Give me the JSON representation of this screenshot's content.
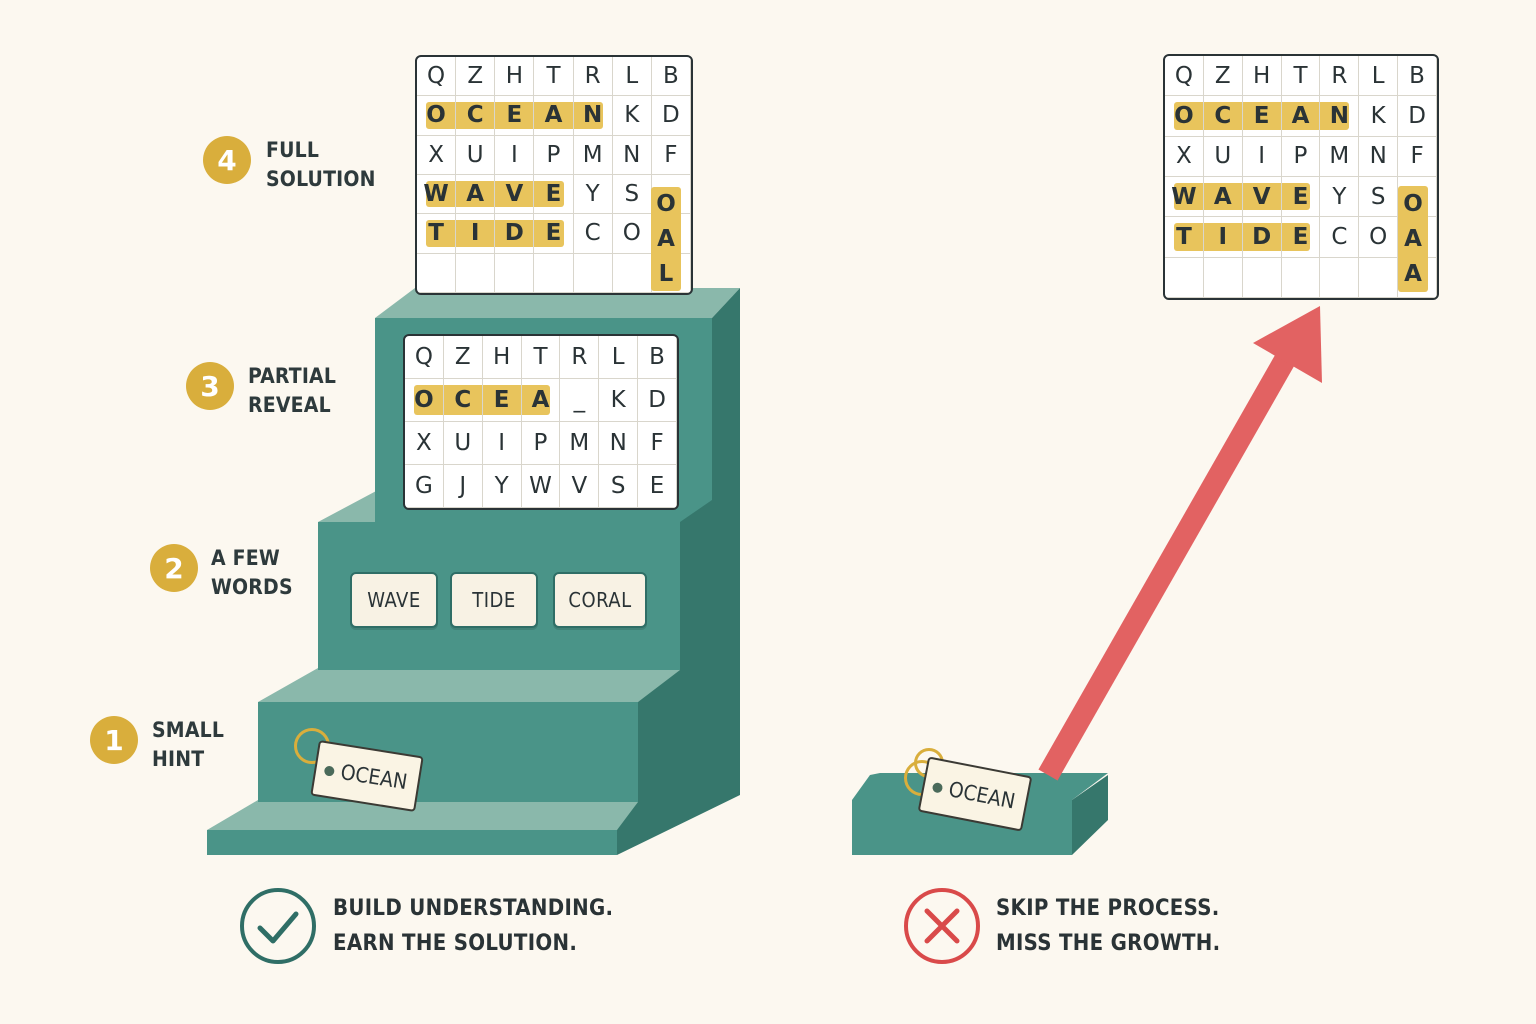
{
  "stages": [
    {
      "number": "1",
      "label": "SMALL\nHINT"
    },
    {
      "number": "2",
      "label": "A FEW\nWORDS"
    },
    {
      "number": "3",
      "label": "PARTIAL\nREVEAL"
    },
    {
      "number": "4",
      "label": "FULL\nSOLUTION"
    }
  ],
  "hint_tag": "OCEAN",
  "word_cards": [
    "WAVE",
    "TIDE",
    "CORAL"
  ],
  "partial_grid": {
    "rows": [
      [
        "Q",
        "Z",
        "H",
        "T",
        "R",
        "L",
        "B"
      ],
      [
        "O",
        "C",
        "E",
        "A",
        "_",
        "K",
        "D"
      ],
      [
        "X",
        "U",
        "I",
        "P",
        "M",
        "N",
        "F"
      ],
      [
        "G",
        "J",
        "Y",
        "W",
        "V",
        "S",
        "E"
      ]
    ]
  },
  "full_grid_left": {
    "rows": [
      [
        "Q",
        "Z",
        "H",
        "T",
        "R",
        "L",
        "B"
      ],
      [
        "O",
        "C",
        "E",
        "A",
        "N",
        "K",
        "D"
      ],
      [
        "X",
        "U",
        "I",
        "P",
        "M",
        "N",
        "F"
      ],
      [
        "W",
        "A",
        "V",
        "E",
        "Y",
        "S",
        ""
      ],
      [
        "T",
        "I",
        "D",
        "E",
        "C",
        "O",
        ""
      ],
      [
        "",
        "",
        "",
        "",
        "",
        "",
        ""
      ]
    ],
    "vertical_word": [
      "O",
      "A",
      "L"
    ]
  },
  "full_grid_right": {
    "rows": [
      [
        "Q",
        "Z",
        "H",
        "T",
        "R",
        "L",
        "B"
      ],
      [
        "O",
        "C",
        "E",
        "A",
        "N",
        "K",
        "D"
      ],
      [
        "X",
        "U",
        "I",
        "P",
        "M",
        "N",
        "F"
      ],
      [
        "W",
        "A",
        "V",
        "E",
        "Y",
        "S",
        ""
      ],
      [
        "T",
        "I",
        "D",
        "E",
        "C",
        "O",
        ""
      ],
      [
        "",
        "",
        "",
        "",
        "",
        "",
        ""
      ]
    ],
    "vertical_word": [
      "O",
      "A",
      "A"
    ]
  },
  "captions": {
    "good": "BUILD UNDERSTANDING.\nEARN THE SOLUTION.",
    "bad": "SKIP THE PROCESS.\nMISS THE GROWTH."
  },
  "colors": {
    "teal_front": "#4a9488",
    "teal_top": "#8ab8ab",
    "teal_side": "#36776c",
    "highlight": "#e8c45c",
    "gold": "#d9ae3c",
    "arrow": "#e26262",
    "check": "#2f6e66",
    "cross": "#d94a4a"
  }
}
